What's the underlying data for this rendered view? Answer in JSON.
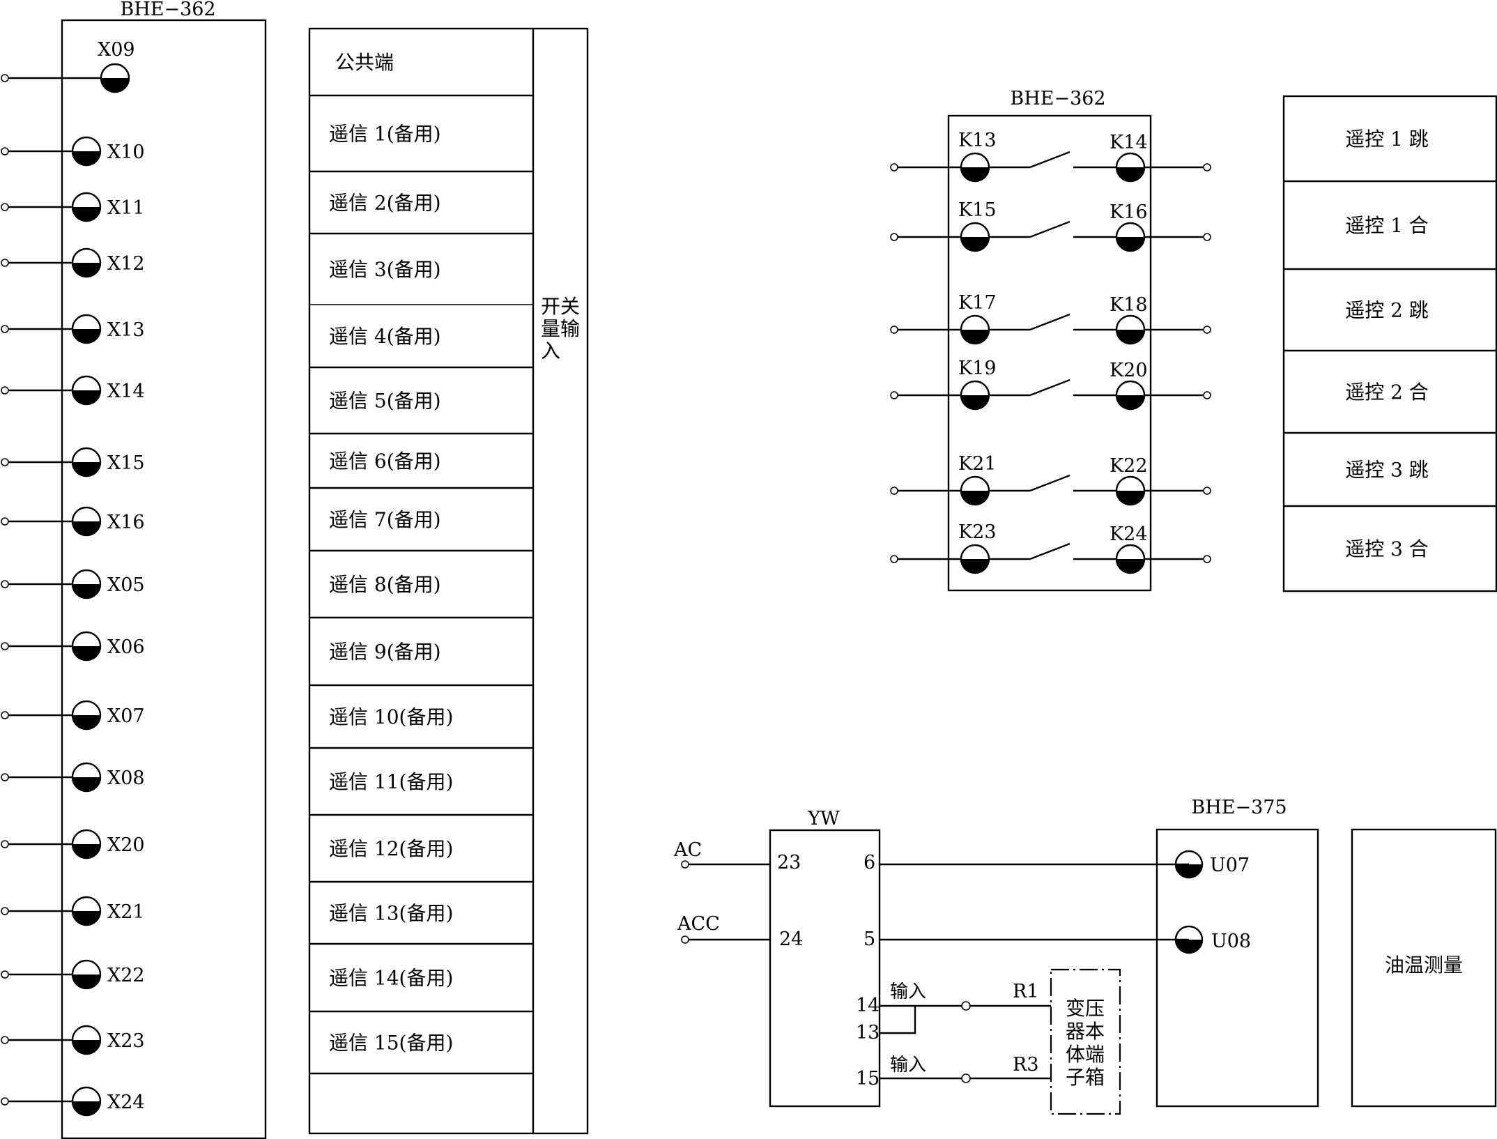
{
  "left_device": {
    "title": "BHE−362",
    "terminals": [
      "X09",
      "X10",
      "X11",
      "X12",
      "X13",
      "X14",
      "X15",
      "X16",
      "X05",
      "X06",
      "X07",
      "X08",
      "X20",
      "X21",
      "X22",
      "X23",
      "X24"
    ]
  },
  "binary_input_table": {
    "group_label": "开关量输入",
    "rows": [
      "公共端",
      "遥信 1(备用)",
      "遥信 2(备用)",
      "遥信 3(备用)",
      "遥信 4(备用)",
      "遥信 5(备用)",
      "遥信 6(备用)",
      "遥信 7(备用)",
      "遥信 8(备用)",
      "遥信 9(备用)",
      "遥信 10(备用)",
      "遥信 11(备用)",
      "遥信 12(备用)",
      "遥信 13(备用)",
      "遥信 14(备用)",
      "遥信 15(备用)",
      ""
    ]
  },
  "relay_device": {
    "title": "BHE−362",
    "contacts": [
      {
        "left": "K13",
        "right": "K14"
      },
      {
        "left": "K15",
        "right": "K16"
      },
      {
        "left": "K17",
        "right": "K18"
      },
      {
        "left": "K19",
        "right": "K20"
      },
      {
        "left": "K21",
        "right": "K22"
      },
      {
        "left": "K23",
        "right": "K24"
      }
    ]
  },
  "remote_control_table": {
    "rows": [
      "遥控 1 跳",
      "遥控 1 合",
      "遥控 2 跳",
      "遥控 2 合",
      "遥控 3 跳",
      "遥控 3 合"
    ]
  },
  "yw": {
    "title": "YW",
    "inputs": [
      {
        "label": "AC",
        "pin": "23"
      },
      {
        "label": "ACC",
        "pin": "24"
      }
    ],
    "outputs": [
      "6",
      "5"
    ],
    "lower_pins": [
      "14",
      "13",
      "15"
    ],
    "input_label": "输入",
    "resistors": [
      "R1",
      "R3"
    ],
    "terminal_box": [
      "变压",
      "器本",
      "体端",
      "子箱"
    ]
  },
  "bhe375": {
    "title": "BHE−375",
    "terminals": [
      "U07",
      "U08"
    ],
    "function": "油温测量"
  }
}
